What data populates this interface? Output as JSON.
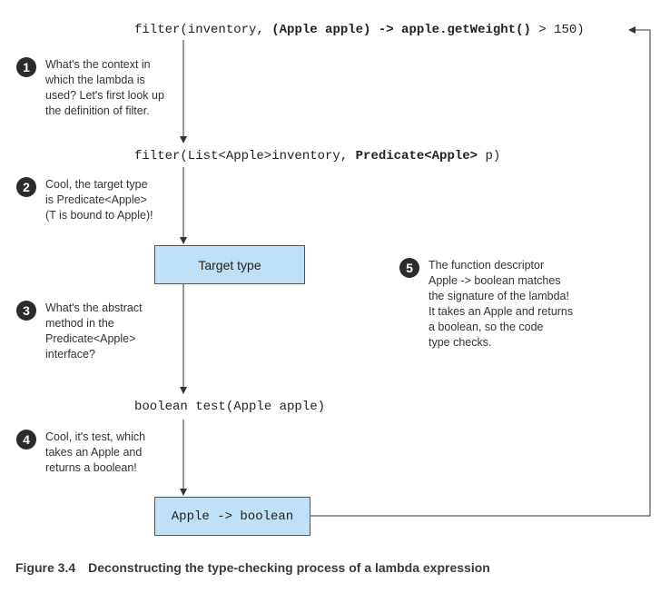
{
  "code_lines": {
    "line1": {
      "a": "filter(inventory, ",
      "b": "(Apple apple) -> apple.getWeight()",
      "c": " > 150)"
    },
    "line2": {
      "a": "filter(List<Apple>inventory, ",
      "b": "Predicate<Apple>",
      "c": " p)"
    },
    "line3": "boolean test(Apple apple)"
  },
  "steps": [
    {
      "num": "1",
      "text": "What's the context in\nwhich the lambda is\nused? Let's first look up\nthe definition of filter."
    },
    {
      "num": "2",
      "text": "Cool, the target type\nis Predicate<Apple>\n(T is bound to Apple)!"
    },
    {
      "num": "3",
      "text": "What's the abstract\nmethod in the\nPredicate<Apple>\ninterface?"
    },
    {
      "num": "4",
      "text": "Cool, it's test, which\ntakes an Apple and\nreturns a boolean!"
    },
    {
      "num": "5",
      "text": "The function descriptor\nApple -> boolean matches\nthe signature of the lambda!\nIt takes an Apple and returns\na boolean, so the code\ntype checks."
    }
  ],
  "boxes": {
    "target_type": "Target type",
    "descriptor": "Apple -> boolean"
  },
  "caption": {
    "number": "Figure 3.4",
    "title": "Deconstructing the type-checking process of a lambda expression"
  },
  "colors": {
    "box_fill": "#bfe0f5",
    "badge": "#2b2b2b",
    "line": "#333333"
  }
}
